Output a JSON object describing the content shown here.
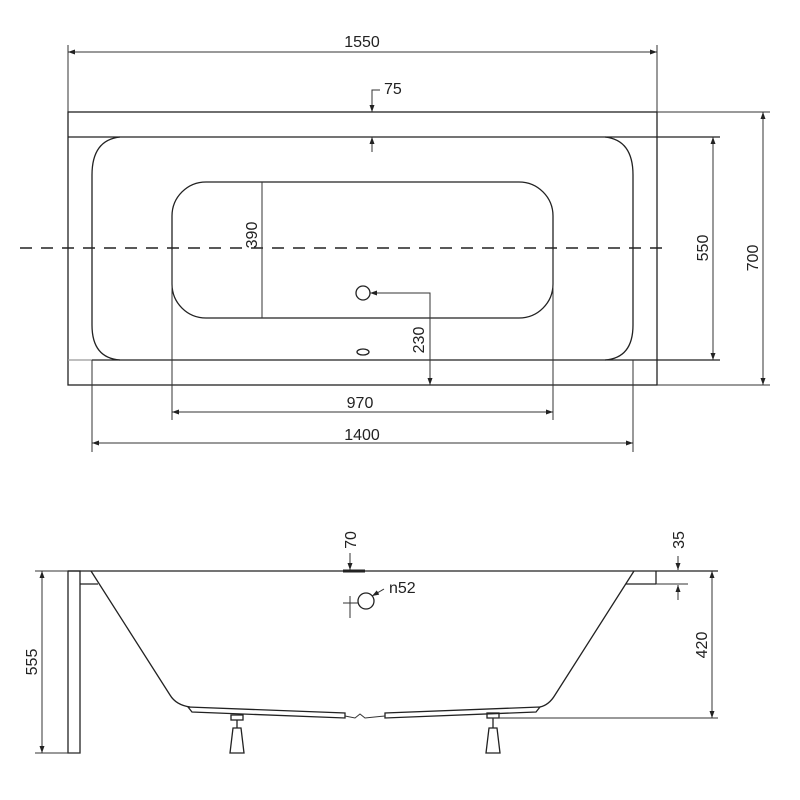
{
  "top_view": {
    "overall_length": "1550",
    "rim_offset": "75",
    "basin_width": "390",
    "inner_width": "550",
    "overall_width": "700",
    "drain_offset": "230",
    "basin_length": "970",
    "inner_length": "1400"
  },
  "side_view": {
    "drain_position": "70",
    "overflow_diameter": "n52",
    "rim_thickness": "35",
    "total_height": "555",
    "depth": "420"
  },
  "colors": {
    "line": "#222222",
    "background": "#ffffff"
  }
}
